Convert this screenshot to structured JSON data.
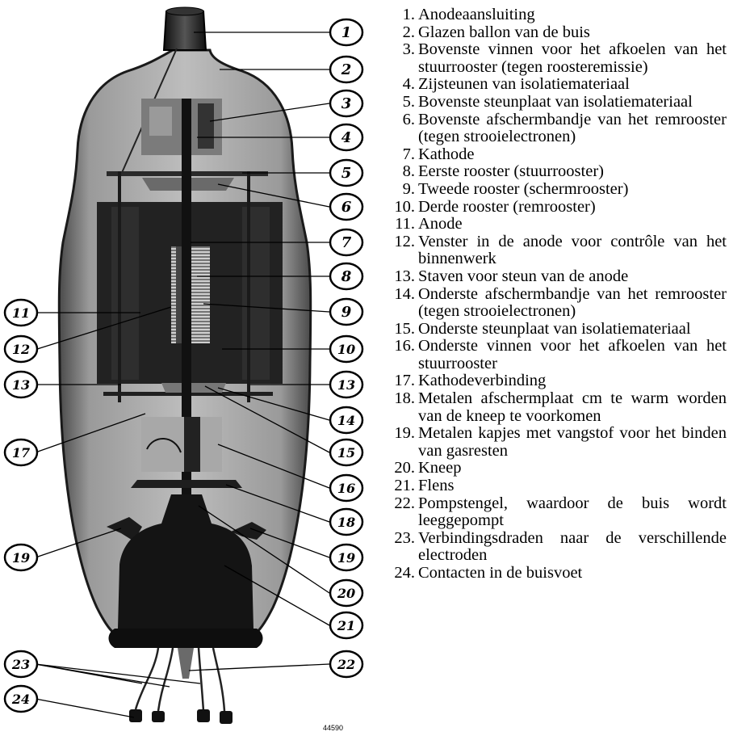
{
  "figure": {
    "code": "44590",
    "callouts": [
      "1",
      "2",
      "3",
      "4",
      "5",
      "6",
      "7",
      "8",
      "9",
      "10",
      "11",
      "12",
      "13",
      "13",
      "14",
      "15",
      "16",
      "17",
      "18",
      "19",
      "19",
      "20",
      "21",
      "22",
      "23",
      "24"
    ]
  },
  "legend": [
    {
      "num": "1.",
      "text": "Anodeaansluiting"
    },
    {
      "num": "2.",
      "text": "Glazen ballon van de buis"
    },
    {
      "num": "3.",
      "text": "Bovenste vinnen voor het afkoelen van het stuurrooster (tegen roosteremissie)"
    },
    {
      "num": "4.",
      "text": "Zijsteunen van isolatiemateriaal"
    },
    {
      "num": "5.",
      "text": "Bovenste steunplaat van isolatiemateriaal"
    },
    {
      "num": "6.",
      "text": "Bovenste afschermbandje van het remrooster (tegen strooielectronen)"
    },
    {
      "num": "7.",
      "text": "Kathode"
    },
    {
      "num": "8.",
      "text": "Eerste rooster (stuurrooster)"
    },
    {
      "num": "9.",
      "text": "Tweede rooster (schermrooster)"
    },
    {
      "num": "10.",
      "text": "Derde rooster (remrooster)"
    },
    {
      "num": "11.",
      "text": "Anode"
    },
    {
      "num": "12.",
      "text": "Venster in de anode voor contrôle van het binnenwerk"
    },
    {
      "num": "13.",
      "text": "Staven voor steun van de anode"
    },
    {
      "num": "14.",
      "text": "Onderste afschermbandje van het remrooster (tegen strooielectronen)"
    },
    {
      "num": "15.",
      "text": "Onderste steunplaat van isolatiemateriaal"
    },
    {
      "num": "16.",
      "text": "Onderste vinnen voor het afkoelen van het stuurrooster"
    },
    {
      "num": "17.",
      "text": "Kathodeverbinding"
    },
    {
      "num": "18.",
      "text": "Metalen afschermplaat cm te warm worden van de kneep te voorkomen"
    },
    {
      "num": "19.",
      "text": "Metalen kapjes met vangstof voor het binden van gasresten"
    },
    {
      "num": "20.",
      "text": "Kneep"
    },
    {
      "num": "21.",
      "text": "Flens"
    },
    {
      "num": "22.",
      "text": "Pompstengel, waardoor de buis wordt leeggepompt"
    },
    {
      "num": "23.",
      "text": "Verbindingsdraden naar de verschillende electroden"
    },
    {
      "num": "24.",
      "text": "Contacten in de buisvoet"
    }
  ]
}
